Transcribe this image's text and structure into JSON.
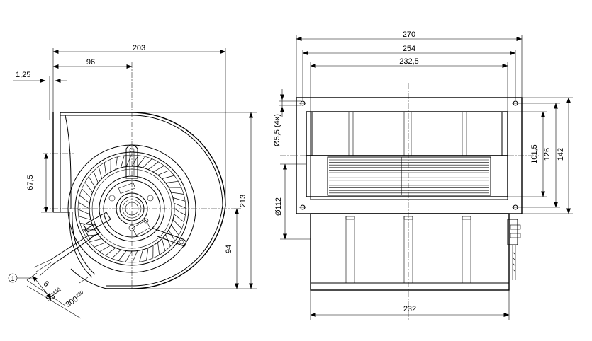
{
  "dimensions": {
    "side_width": "203",
    "shaft_offset_x": "96",
    "flange_thickness": "1,25",
    "shaft_height_upper": "67,5",
    "side_height": "213",
    "shaft_height_lower": "94",
    "cable_strip": "6",
    "cable_length_1": "85",
    "cable_length_1_tol": "±10",
    "cable_length_2": "300",
    "cable_length_2_tol": "±20",
    "callout_1": "1",
    "overall_width": "270",
    "flange_hole_spacing": "254",
    "housing_width": "232,5",
    "hole_diameter": "Ø5,5 (4x)",
    "outlet_height": "101,5",
    "flange_hole_height": "126",
    "flange_height": "142",
    "inlet_diameter": "Ø112",
    "rotor_width": "232"
  }
}
